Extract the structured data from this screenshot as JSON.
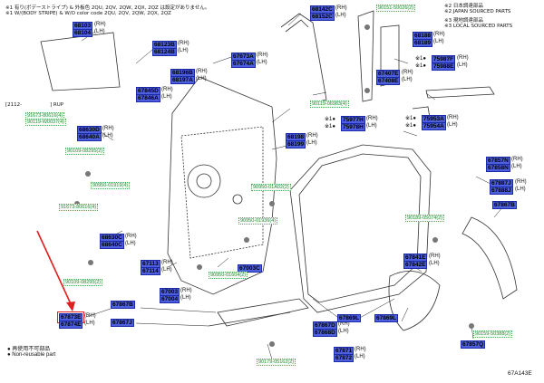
{
  "notes": {
    "line1": "※1 有り(ボデーストライプ) & 外板色 2QU, 2QV, 2QW, 2QX, 2QZ は設定がありません。",
    "line2": "※1 W/(BODY STRIPE) & W/O color code 2QU, 2QV, 2QW, 2QX, 2QZ",
    "right1": "※2 日本調達部品",
    "right2": "※2 JAPAN SOURCED PARTS",
    "right3": "※3 現地調達部品",
    "right4": "※3 LOCAL SOURCED PARTS",
    "side_left": "[2112-",
    "side_right": "] RUP"
  },
  "parts": {
    "p68103": {
      "num": "68103",
      "suffix": "(RH)"
    },
    "p68104": {
      "num": "68104",
      "suffix": "(LH)"
    },
    "p68123b": {
      "num": "68123B",
      "suffix": "(RH)"
    },
    "p68124b": {
      "num": "68124B",
      "suffix": "(LH)"
    },
    "p68142c": {
      "num": "68142C",
      "suffix": "(RH)"
    },
    "p68152c": {
      "num": "68152C",
      "suffix": "(LH)"
    },
    "p68188": {
      "num": "68188",
      "suffix": "(RH)"
    },
    "p68189": {
      "num": "68189",
      "suffix": "(LH)"
    },
    "p67673a": {
      "num": "67673A",
      "suffix": "(RH)"
    },
    "p67674a": {
      "num": "67674A",
      "suffix": "(LH)"
    },
    "p68196b": {
      "num": "68196B",
      "suffix": "(RH)"
    },
    "p68197a": {
      "num": "68197A",
      "suffix": "(LH)"
    },
    "p67845d": {
      "num": "67845D",
      "suffix": "(RH)"
    },
    "p67846a": {
      "num": "67846A",
      "suffix": "(LH)"
    },
    "p75987f": {
      "num": "75987F",
      "suffix": "(RH)"
    },
    "p75988e": {
      "num": "75988E",
      "suffix": "(LH)"
    },
    "p67407e": {
      "num": "67407E",
      "suffix": "(RH)"
    },
    "p67408e": {
      "num": "67408E",
      "suffix": "(LH)"
    },
    "p68630d": {
      "num": "68630D",
      "suffix": "(RH)"
    },
    "p68640a": {
      "num": "68640A",
      "suffix": "(LH)"
    },
    "p75977h": {
      "num": "75977H",
      "suffix": "(RH)"
    },
    "p75978h": {
      "num": "75978H",
      "suffix": "(LH)"
    },
    "p75953a": {
      "num": "75953A",
      "suffix": "(RH)"
    },
    "p75954a": {
      "num": "75954A",
      "suffix": "(LH)"
    },
    "p68198": {
      "num": "68198",
      "suffix": "(RH)"
    },
    "p68199": {
      "num": "68199",
      "suffix": "(LH)"
    },
    "p67857n": {
      "num": "67857N",
      "suffix": "(RH)"
    },
    "p67858n": {
      "num": "67858N",
      "suffix": "(LH)"
    },
    "p67887j": {
      "num": "67887J",
      "suffix": "(RH)"
    },
    "p67888j": {
      "num": "67888J",
      "suffix": "(LH)"
    },
    "p67867b": {
      "num": "67867B",
      "suffix": ""
    },
    "p68630c": {
      "num": "68630C",
      "suffix": "(RH)"
    },
    "p68640c": {
      "num": "68640C",
      "suffix": "(LH)"
    },
    "p67113": {
      "num": "67113",
      "suffix": "(RH)"
    },
    "p67114": {
      "num": "67114",
      "suffix": "(LH)"
    },
    "p67003c": {
      "num": "67003C",
      "suffix": ""
    },
    "p67003": {
      "num": "67003",
      "suffix": "(RH)"
    },
    "p67004": {
      "num": "67004",
      "suffix": "(LH)"
    },
    "p67841e": {
      "num": "67841E",
      "suffix": "(RH)"
    },
    "p67842e": {
      "num": "67842E",
      "suffix": "(LH)"
    },
    "p67867b2": {
      "num": "67867B",
      "suffix": ""
    },
    "p67867j": {
      "num": "67867J",
      "suffix": ""
    },
    "p67873e": {
      "num": "67873E",
      "suffix": "(RH)"
    },
    "p67874e": {
      "num": "67874E",
      "suffix": "(LH)"
    },
    "p67867d": {
      "num": "67867D",
      "suffix": "(RH)"
    },
    "p67868d": {
      "num": "67868D",
      "suffix": "(LH)"
    },
    "p67869l": {
      "num": "67869L",
      "suffix": ""
    },
    "p67869l2": {
      "num": "67869L",
      "suffix": ""
    },
    "p67871": {
      "num": "67871",
      "suffix": "(RH)"
    },
    "p67872": {
      "num": "67872",
      "suffix": "(LH)"
    },
    "p67857q": {
      "num": "67857Q",
      "suffix": ""
    }
  },
  "bolts": {
    "b1": "90151-50026(2)",
    "b2": "90119-06983(4)",
    "b3": "91673-80616(4)",
    "b4": "90119-W0037(4)",
    "b5": "90109-08295(2)",
    "b6": "90950-01919(4)",
    "b7": "91673-80616(4)",
    "b8": "90950-01A02(2)",
    "b9": "90950-01936(4)",
    "b10": "90189-05074(2)",
    "b11": "90109-08295(2)",
    "b12": "90950-01604(2)",
    "b13": "90159-50388(2)",
    "b14": "90179-05162(2)"
  },
  "legend": {
    "jp": "再使用不可部品",
    "en": "Non-reusable part"
  },
  "figure_id": "67A143E"
}
